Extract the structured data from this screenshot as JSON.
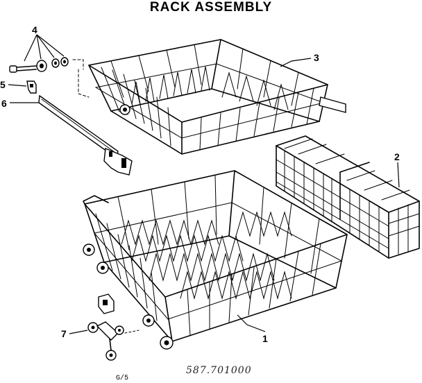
{
  "diagram": {
    "title": "RACK ASSEMBLY",
    "callouts": [
      {
        "id": "1",
        "label": "1"
      },
      {
        "id": "2",
        "label": "2"
      },
      {
        "id": "3",
        "label": "3"
      },
      {
        "id": "4",
        "label": "4"
      },
      {
        "id": "5",
        "label": "5"
      },
      {
        "id": "6",
        "label": "6"
      },
      {
        "id": "7",
        "label": "7"
      }
    ],
    "part_number": "587.701000",
    "page_ref": "G/5"
  }
}
